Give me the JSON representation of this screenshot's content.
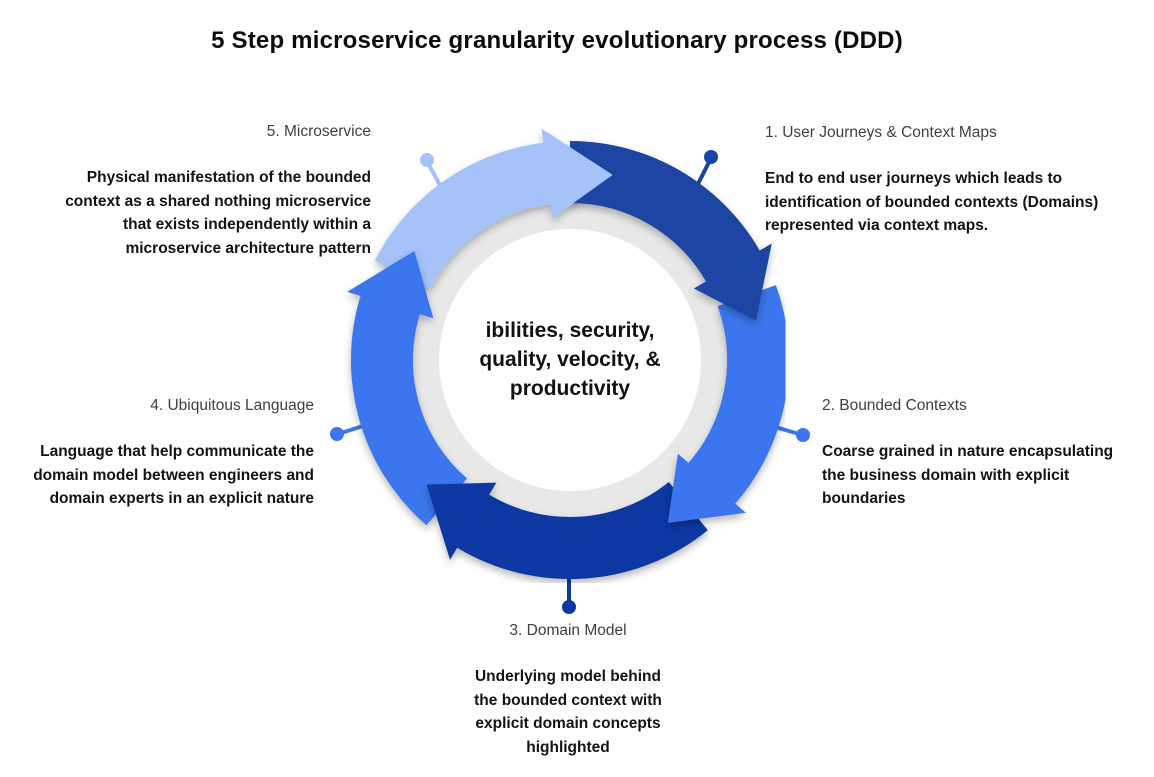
{
  "title": "5 Step microservice granularity evolutionary process (DDD)",
  "center_label": "ibilities, security,\nquality, velocity, &\nproductivity",
  "steps": [
    {
      "label": "1. User Journeys & Context Maps",
      "description": "End to end user journeys which leads to\nidentification of bounded contexts (Domains)\nrepresented via context maps.",
      "color": "#1a45a4"
    },
    {
      "label": "2. Bounded Contexts",
      "description": "Coarse grained in nature encapsulating\nthe business domain with explicit\nboundaries",
      "color": "#3b76ee"
    },
    {
      "label": "3. Domain Model",
      "description": "Underlying model behind\nthe bounded context with\nexplicit domain concepts\nhighlighted",
      "color": "#0e38a2"
    },
    {
      "label": "4. Ubiquitous Language",
      "description": "Language that help communicate the\ndomain model between engineers and\ndomain experts in an explicit nature",
      "color": "#3b76ee"
    },
    {
      "label": "5. Microservice",
      "description": "Physical manifestation of the bounded\ncontext as a shared nothing microservice\nthat exists independently within a\nmicroservice architecture pattern",
      "color": "#a5c3f9"
    }
  ],
  "colors": {
    "ring": "#e8e8e8",
    "center_bg": "#ffffff",
    "light_blue": "#a5c3f9",
    "dark_blue": "#1a45a4",
    "medium_blue": "#3b76ee",
    "navy": "#0e38a2"
  }
}
